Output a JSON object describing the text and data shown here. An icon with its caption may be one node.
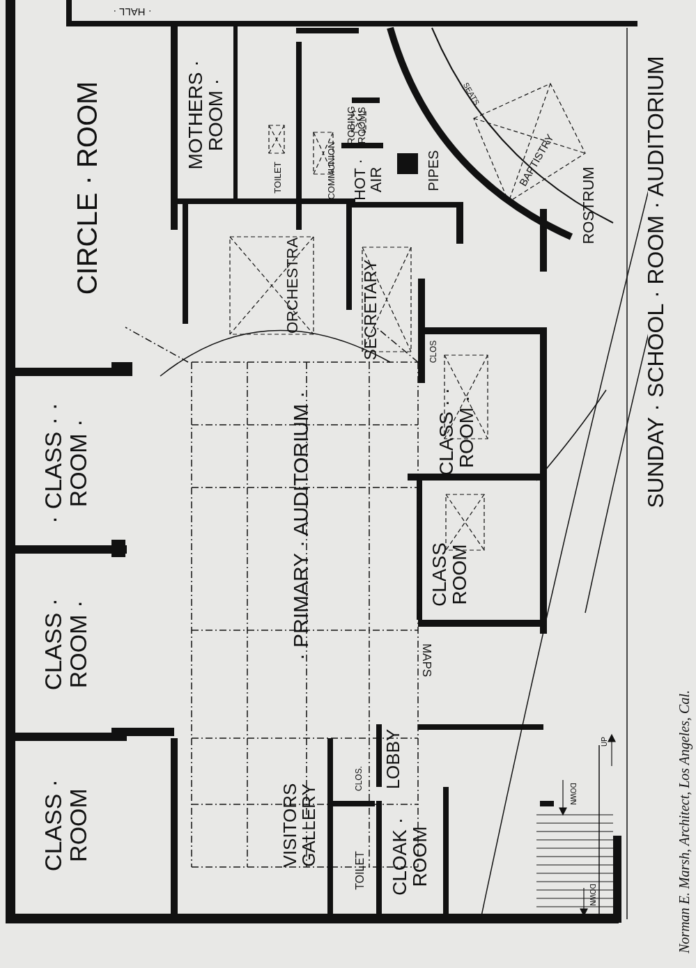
{
  "diagram": {
    "caption": "Norman E. Marsh, Architect, Los Angeles, Cal.",
    "nodes": [
      {
        "text": [
          "· HALL ·"
        ]
      },
      {
        "text": [
          "CIRCLE · ROOM"
        ]
      },
      {
        "text": [
          "· CLASS · · ROOM ·"
        ]
      },
      {
        "text": [
          "CLASS · ROOM ·"
        ]
      },
      {
        "text": [
          "CLASS · ROOM"
        ]
      },
      {
        "text": [
          "MOTHERS · ROOM ·"
        ]
      },
      {
        "text": [
          "TOILET"
        ]
      },
      {
        "text": [
          "COMMUNION"
        ]
      },
      {
        "text": [
          "ROBING ROOMS"
        ]
      },
      {
        "text": [
          "HOT · AIR"
        ]
      },
      {
        "text": [
          "PIPES"
        ]
      },
      {
        "text": [
          "ORCHESTRA"
        ]
      },
      {
        "text": [
          "SECRETARY"
        ]
      },
      {
        "text": [
          "CLOS"
        ]
      },
      {
        "text": [
          "CLASS · · ROOM ·"
        ]
      },
      {
        "text": [
          "CLASS ROOM"
        ]
      },
      {
        "text": [
          "· PRIMARY · AUDITORIUM ·"
        ]
      },
      {
        "text": [
          "VISITORS GALLERY"
        ]
      },
      {
        "text": [
          "CLOS."
        ]
      },
      {
        "text": [
          "TOILET"
        ]
      },
      {
        "text": [
          "CLOAK · ROOM"
        ]
      },
      {
        "text": [
          "LOBBY"
        ]
      },
      {
        "text": [
          "MAPS"
        ]
      },
      {
        "text": [
          "ROSTRUM"
        ]
      },
      {
        "text": [
          "SUNDAY · SCHOOL · ROOM · AUDITORIUM"
        ]
      }
    ],
    "labels": [
      "SEATS",
      "BAPTISTRY",
      "DOWN",
      "UP",
      "DOWN"
    ]
  }
}
